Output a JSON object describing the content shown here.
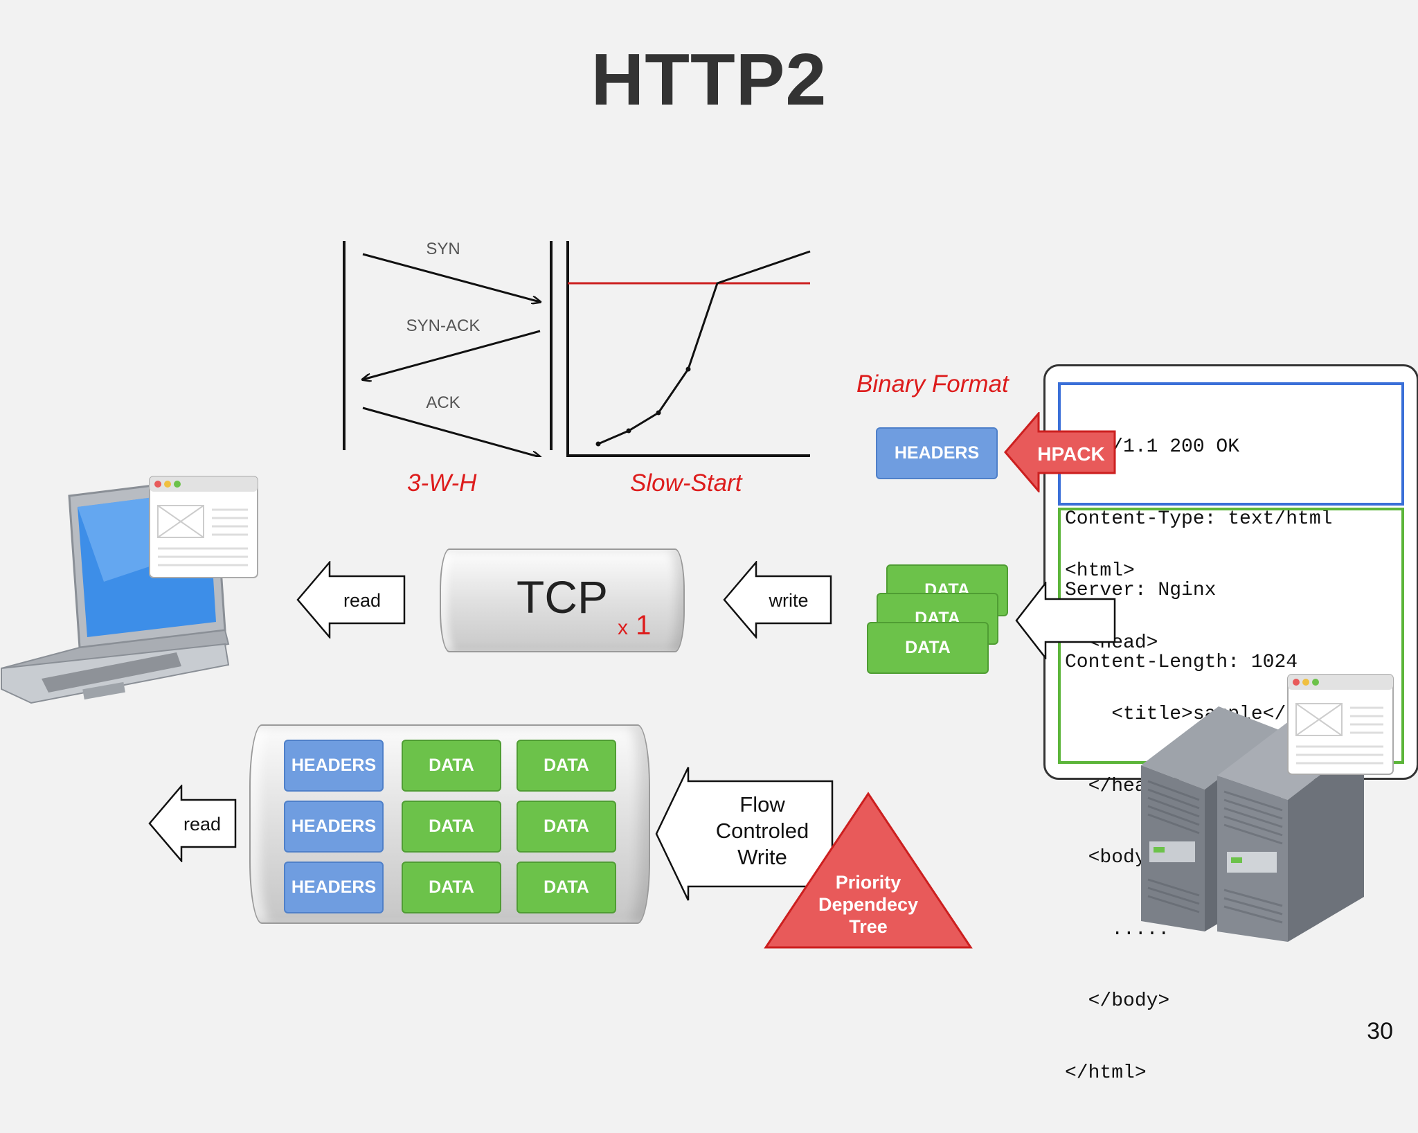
{
  "title": "HTTP2",
  "page_number": "30",
  "handshake": {
    "syn": "SYN",
    "syn_ack": "SYN-ACK",
    "ack": "ACK",
    "caption": "3-W-H"
  },
  "slow_start": {
    "caption": "Slow-Start"
  },
  "binary_format": {
    "label": "Binary Format",
    "headers_frame": "HEADERS",
    "hpack": "HPACK",
    "data_frames": [
      "DATA",
      "DATA",
      "DATA"
    ]
  },
  "tcp": {
    "label": "TCP",
    "multiplier_prefix": "x",
    "multiplier": "1"
  },
  "arrows": {
    "read_top": "read",
    "write": "write",
    "read_bottom": "read",
    "flow_controlled": [
      "Flow",
      "Controled",
      "Write"
    ]
  },
  "priority": [
    "Priority",
    "Dependecy",
    "Tree"
  ],
  "http_response": {
    "header_lines": [
      "HTTP/1.1 200 OK",
      "Content-Type: text/html",
      "Server: Nginx",
      "Content-Length: 1024"
    ],
    "body_lines": [
      "<html>",
      "  <head>",
      "    <title>sample</title>",
      "  </head>",
      "  <body>",
      "    .....",
      "  </body>",
      "</html>"
    ]
  },
  "multiplexed_frames": {
    "rows": [
      [
        "HEADERS",
        "DATA",
        "DATA"
      ],
      [
        "HEADERS",
        "DATA",
        "DATA"
      ],
      [
        "HEADERS",
        "DATA",
        "DATA"
      ]
    ]
  },
  "colors": {
    "headers_blue": "#6f9de0",
    "data_green": "#6cc24a",
    "accent_red": "#dd1c1c",
    "hpack_red": "#e85a5a"
  }
}
